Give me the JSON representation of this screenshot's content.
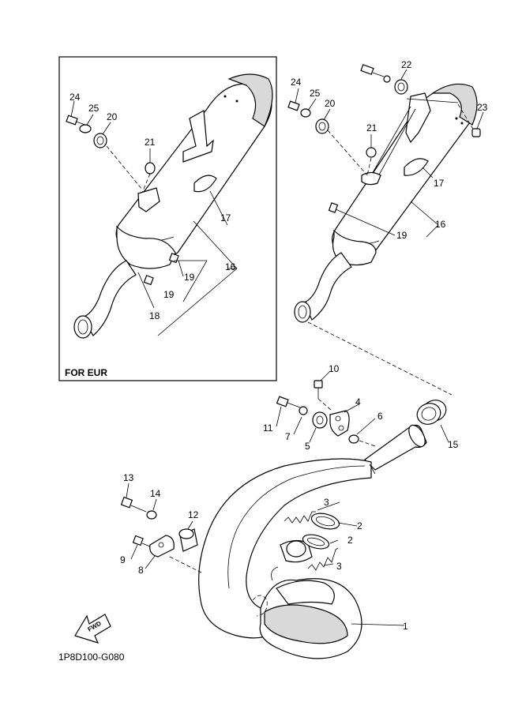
{
  "inset": {
    "title": "FOR EUR"
  },
  "diagram_code": "1P8D100-G080",
  "fwd_label": "FWD",
  "callouts": {
    "c1": "1",
    "c2a": "2",
    "c2b": "2",
    "c3a": "3",
    "c3b": "3",
    "c4": "4",
    "c5": "5",
    "c6": "6",
    "c7": "7",
    "c8": "8",
    "c9": "9",
    "c10": "10",
    "c11": "11",
    "c12": "12",
    "c13": "13",
    "c14": "14",
    "c15": "15",
    "c16": "16",
    "c17": "17",
    "c19": "19",
    "c20": "20",
    "c21": "21",
    "c22": "22",
    "c23": "23",
    "c24": "24",
    "c25": "25"
  },
  "inset_callouts": {
    "c16": "16",
    "c17": "17",
    "c18": "18",
    "c19a": "19",
    "c19b": "19",
    "c20": "20",
    "c21": "21",
    "c24": "24",
    "c25": "25"
  }
}
